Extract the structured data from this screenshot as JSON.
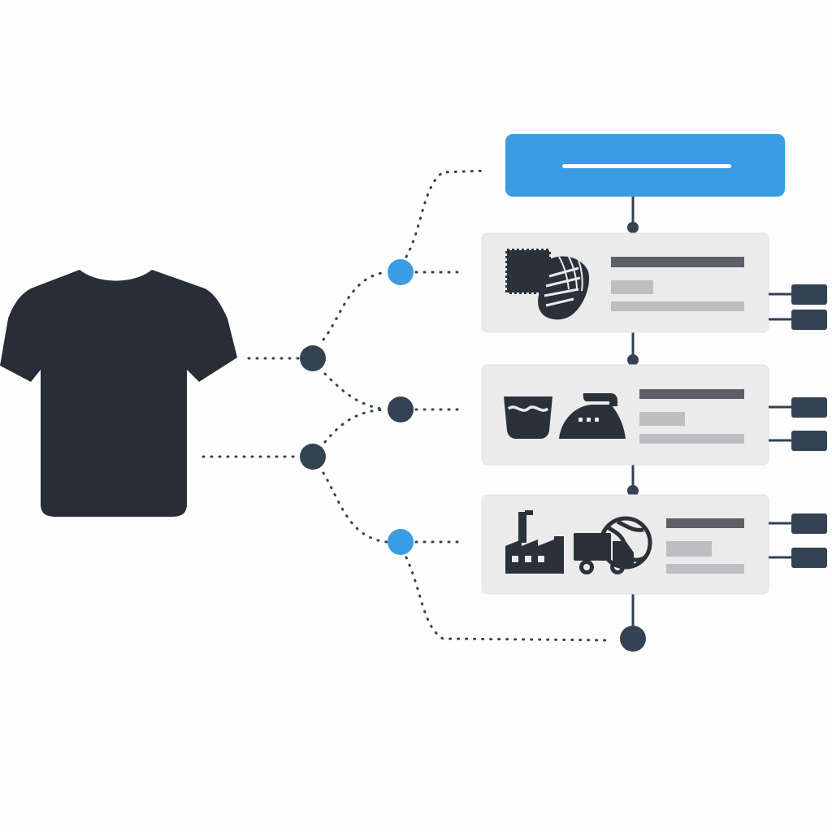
{
  "colors": {
    "accent": "#3a9ce3",
    "dark": "#272e37",
    "node": "#354251",
    "card_bg": "#ebebeb",
    "card_border": "#e2e2e2",
    "bar_dark": "#5c6066",
    "bar_light": "#bdbdc2",
    "connector": "#334155"
  },
  "header": {
    "label": ""
  },
  "product": {
    "icon": "t-shirt-icon"
  },
  "cards": [
    {
      "id": "materials",
      "icons": [
        "fabric-swatch-icon",
        "yarn-bundle-icon"
      ]
    },
    {
      "id": "care",
      "icons": [
        "wash-basin-icon",
        "iron-icon"
      ]
    },
    {
      "id": "production",
      "icons": [
        "factory-icon",
        "delivery-truck-icon",
        "globe-icon"
      ]
    }
  ]
}
